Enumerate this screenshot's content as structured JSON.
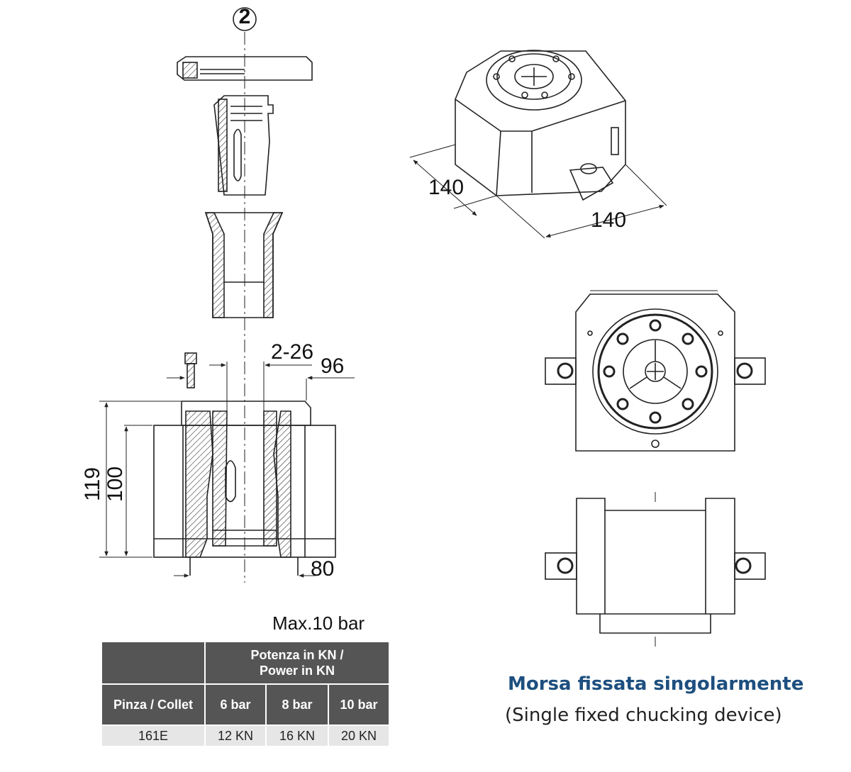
{
  "drawing": {
    "callout": "2",
    "dims": {
      "range": "2-26",
      "width_top": "96",
      "height_total": "119",
      "height_body": "100",
      "base": "80",
      "side_a": "140",
      "side_b": "140"
    }
  },
  "pressure_note": "Max.10 bar",
  "table": {
    "header_power": "Potenza in KN / Power in KN",
    "col_collet": "Pinza / Collet",
    "col_6": "6 bar",
    "col_8": "8 bar",
    "col_10": "10 bar",
    "row": {
      "collet": "161E",
      "p6": "12 KN",
      "p8": "16 KN",
      "p10": "20 KN"
    }
  },
  "caption": {
    "title": "Morsa fissata singolarmente",
    "subtitle": "(Single fixed chucking device)"
  }
}
